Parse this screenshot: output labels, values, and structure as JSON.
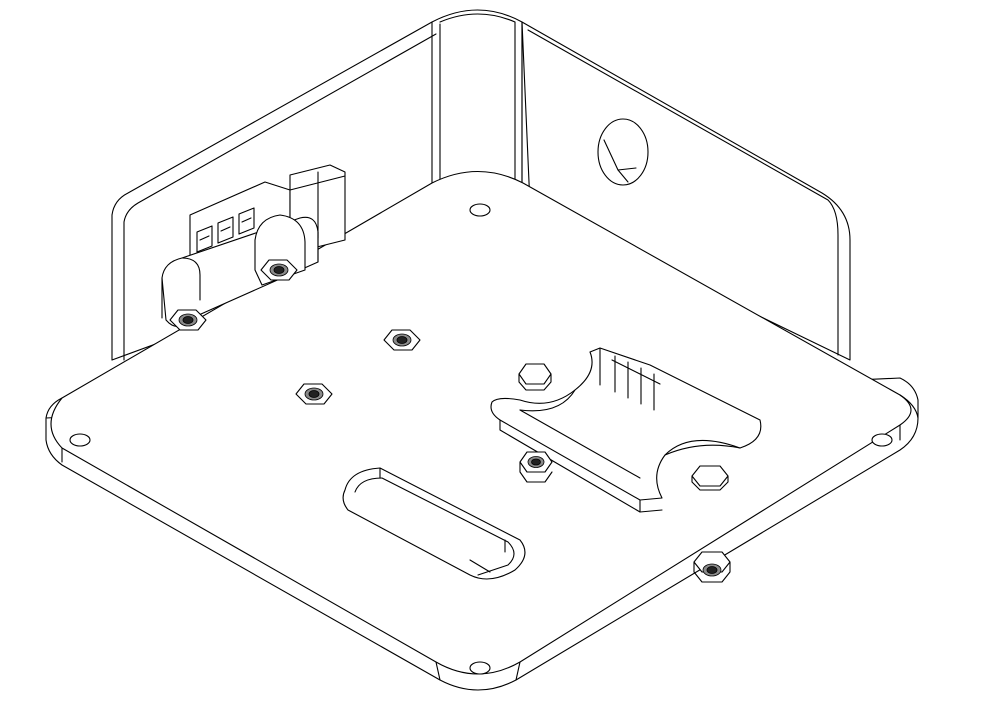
{
  "drawing": {
    "kind": "isometric line drawing of an enclosure base plate",
    "line_color": "#000000",
    "background": "#ffffff"
  },
  "nuts": [
    {
      "id": "nut-left-bracket"
    },
    {
      "id": "nut-right-bracket"
    },
    {
      "id": "nut-center-upper"
    },
    {
      "id": "nut-center-lower"
    },
    {
      "id": "nut-rail-top"
    },
    {
      "id": "nut-rail-bottom"
    },
    {
      "id": "nut-rail-right"
    },
    {
      "id": "nut-front-edge"
    }
  ]
}
